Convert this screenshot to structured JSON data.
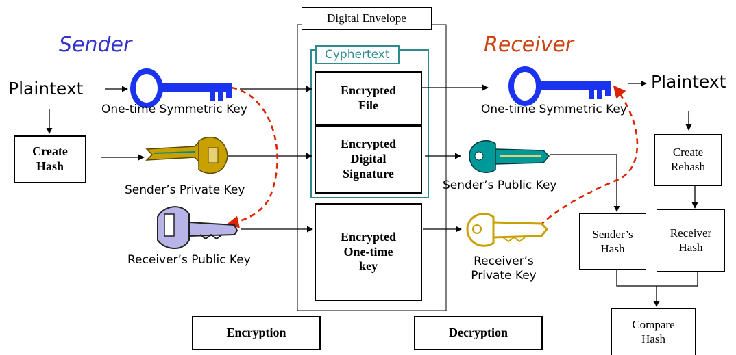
{
  "sender": {
    "title": "Sender",
    "plaintext": "Plaintext",
    "create_hash": "Create\nHash",
    "symmetric_key": "One-time Symmetric Key",
    "private_key": "Sender’s Private Key",
    "receiver_public_key": "Receiver’s Public Key"
  },
  "envelope": {
    "title": "Digital Envelope",
    "cyphertext": "Cyphertext",
    "encrypted_file": "Encrypted\nFile",
    "encrypted_signature": "Encrypted\nDigital\nSignature",
    "encrypted_key": "Encrypted\nOne-time\nkey"
  },
  "receiver": {
    "title": "Receiver",
    "plaintext": "Plaintext",
    "symmetric_key": "One-time Symmetric Key",
    "sender_public_key": "Sender’s Public Key",
    "private_key": "Receiver’s\nPrivate Key",
    "create_rehash": "Create\nRehash",
    "senders_hash": "Sender’s\nHash",
    "receiver_hash": "Receiver\nHash",
    "compare_hash": "Compare\nHash"
  },
  "footer": {
    "encryption": "Encryption",
    "decryption": "Decryption"
  },
  "colors": {
    "sender_title": "#3333cc",
    "receiver_title": "#cc4411",
    "blue_key": "#1a33ee",
    "gold_key": "#c8a000",
    "teal_key": "#009999",
    "lavender_key": "#b9b4e8",
    "cyphertext_border": "#2e8c8c",
    "dashed_arrow": "#dd2200"
  },
  "icons": [
    "blue-key-icon",
    "gold-key-icon",
    "teal-key-icon",
    "lavender-key-icon",
    "gold-outline-key-icon"
  ]
}
